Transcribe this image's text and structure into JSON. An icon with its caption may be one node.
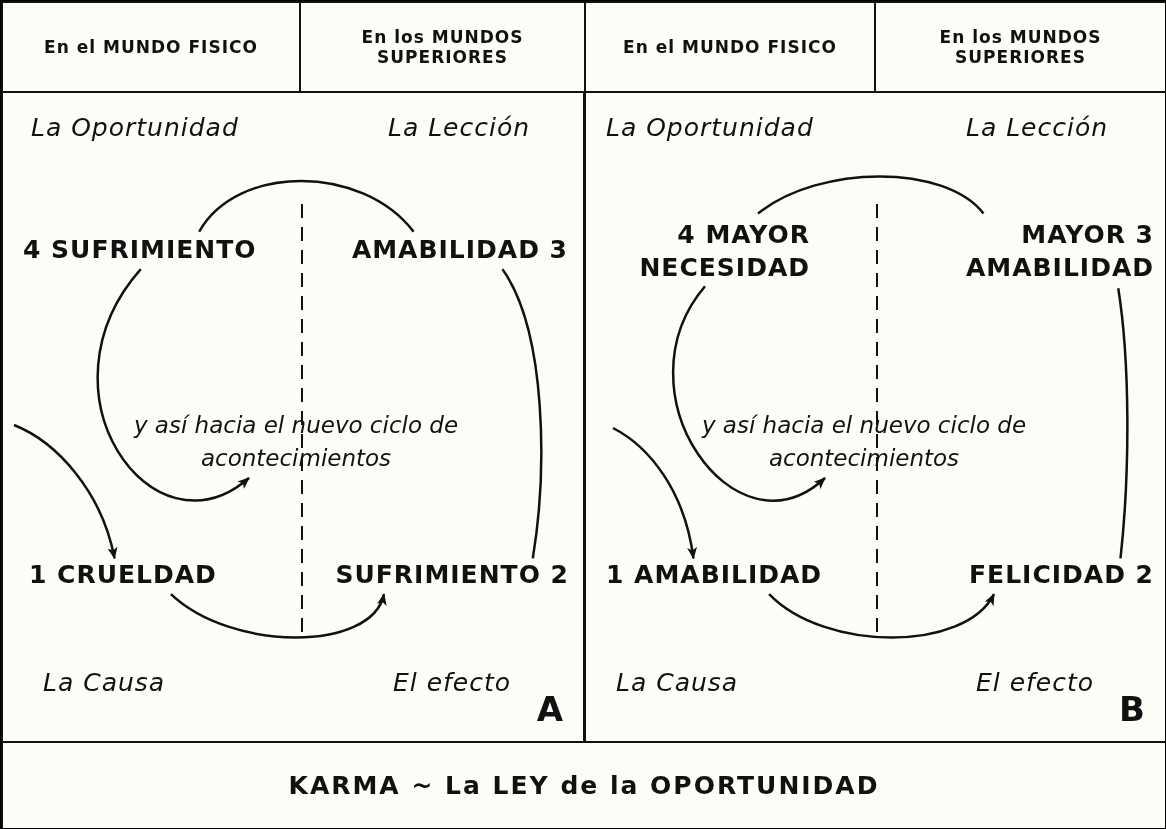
{
  "diagram": {
    "title": "KARMA ~ La LEY de la OPORTUNIDAD",
    "nodes": [
      {
        "text": [
          "En el MUNDO FISICO"
        ]
      },
      {
        "text": [
          "En los MUNDOS SUPERIORES"
        ]
      },
      {
        "text": [
          "En el MUNDO FISICO"
        ]
      },
      {
        "text": [
          "En los MUNDOS SUPERIORES"
        ]
      },
      {
        "text": [
          "A"
        ]
      },
      {
        "text": [
          "4 SUFRIMIENTO"
        ],
        "in": 4
      },
      {
        "text": [
          "AMABILIDAD 3"
        ],
        "in": 4
      },
      {
        "text": [
          "y así hacia el nuevo ciclo de acontecimientos"
        ],
        "in": 4
      },
      {
        "text": [
          "1 CRUELDAD"
        ],
        "in": 4
      },
      {
        "text": [
          "SUFRIMIENTO 2"
        ],
        "in": 4
      },
      {
        "text": [
          "B"
        ]
      },
      {
        "text": [
          "4 MAYOR NECESIDAD"
        ],
        "in": 10
      },
      {
        "text": [
          "MAYOR 3 AMABILIDAD"
        ],
        "in": 10
      },
      {
        "text": [
          "y así hacia el nuevo ciclo de acontecimientos"
        ],
        "in": 10
      },
      {
        "text": [
          "1 AMABILIDAD"
        ],
        "in": 10
      },
      {
        "text": [
          "FELICIDAD 2"
        ],
        "in": 10
      }
    ],
    "edges": [
      {
        "from": 8,
        "to": 9,
        "arrow": "to"
      },
      {
        "from": 9,
        "to": 6,
        "arrow": "none"
      },
      {
        "from": 6,
        "to": 5,
        "arrow": "none"
      },
      {
        "from": 5,
        "to": 7,
        "arrow": "to"
      },
      {
        "from": null,
        "to": 8,
        "arrow": "to"
      },
      {
        "from": 14,
        "to": 15,
        "arrow": "to"
      },
      {
        "from": 15,
        "to": 12,
        "arrow": "none"
      },
      {
        "from": 12,
        "to": 11,
        "arrow": "none"
      },
      {
        "from": 11,
        "to": 13,
        "arrow": "to"
      },
      {
        "from": null,
        "to": 14,
        "arrow": "to"
      }
    ],
    "labels": [
      "La Oportunidad",
      "La Lección",
      "La Oportunidad",
      "La Lección",
      "La Causa",
      "El efecto",
      "La Causa",
      "El efecto"
    ]
  }
}
